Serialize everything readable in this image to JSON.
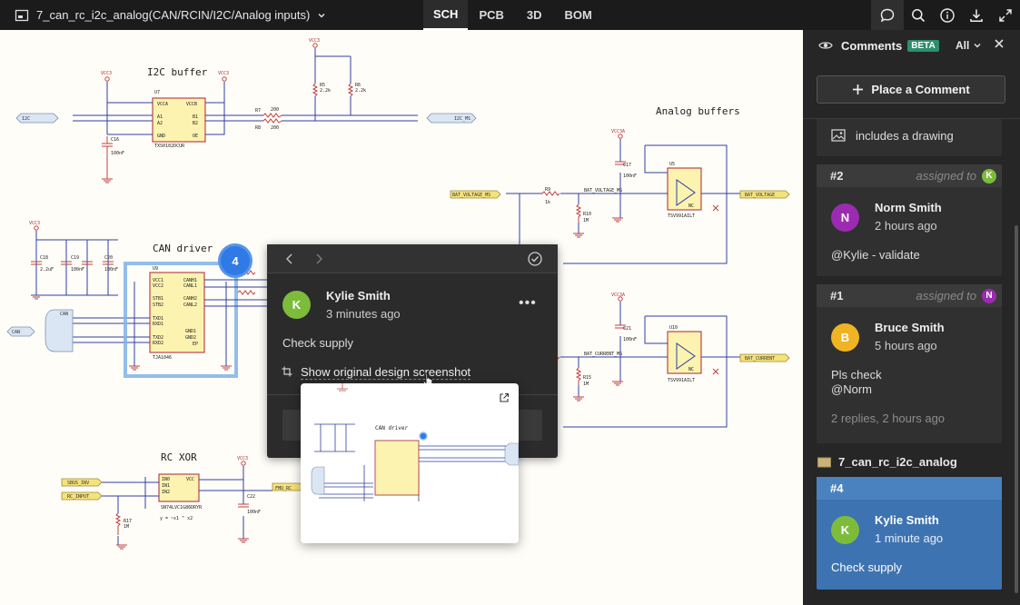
{
  "topbar": {
    "title": "7_can_rc_i2c_analog(CAN/RCIN/I2C/Analog inputs)",
    "tabs": [
      {
        "label": "SCH",
        "active": true
      },
      {
        "label": "PCB",
        "active": false
      },
      {
        "label": "3D",
        "active": false
      },
      {
        "label": "BOM",
        "active": false
      }
    ],
    "icons": [
      "comment-icon",
      "search-icon",
      "info-icon",
      "download-icon",
      "fullscreen-icon"
    ]
  },
  "schematic": {
    "i2c_title": "I2C buffer",
    "analog_title": "Analog buffers",
    "can_title": "CAN driver",
    "rcxor_title": "RC XOR",
    "xor_formula": "y = ~x1 ^ x2",
    "u7": "U7",
    "u7_part": "TXS0102DCUR",
    "u7_pins_left": [
      "VCCA",
      "A1",
      "A2",
      "GND"
    ],
    "u7_pins_right": [
      "VCCB",
      "B1",
      "B2",
      "OE"
    ],
    "u5_part": "TSV991AILT",
    "u10_part": "TSV991AILT",
    "u9_part": "TJA1046",
    "u9_pins_left": [
      "VCC1",
      "VCC2",
      "STB1",
      "STB2",
      "TXD1",
      "RXD1",
      "TXD2",
      "RXD2"
    ],
    "u9_pins_right": [
      "CANH1",
      "CANL1",
      "CANH2",
      "CANL2",
      "GND1",
      "GND2",
      "EP"
    ],
    "xor_part": "SN74LVC1G86DRYR",
    "xor_pins_left": [
      "VCC",
      "IN0",
      "IN1",
      "IN2"
    ],
    "net_bat_voltage_ms": "BAT_VOLTAGE_MS",
    "net_bat_voltage": "BAT_VOLTAGE",
    "net_bat_current_ms": "BAT_CURRENT_MS",
    "net_bat_current": "BAT_CURRENT",
    "net_sbus_inv": "SBUS_INV",
    "net_rc_input": "RC_INPUT",
    "net_fmu_rc": "FMU_RC",
    "net_i2c": "I2C",
    "net_can": "CAN",
    "net_i2c_ms": "I2C_MS",
    "vcc3": "VCC3",
    "vcc3a": "VCC3A",
    "r7": "R7",
    "r8": "R8",
    "r_200": "200",
    "r5": "R5",
    "r6": "R6",
    "r_2k2": "2.2k",
    "r9": "R9",
    "r_1k": "1k",
    "r10": "R10",
    "r_1m": "1M",
    "r15": "R15",
    "r17": "R17",
    "c16": "C16",
    "c17": "C17",
    "c18": "C18",
    "c19": "C19",
    "c20": "C20",
    "c21": "C21",
    "c22": "C22",
    "c_100nf": "100nF",
    "c_22uf": "2.2uF",
    "u5": "U5",
    "u10": "U10",
    "u9": "U9",
    "nc": "NC"
  },
  "marker": {
    "number": "4"
  },
  "popup": {
    "author": "Kylie Smith",
    "initial": "K",
    "time": "3 minutes ago",
    "text": "Check supply",
    "link": "Show original design screenshot",
    "thumb_title": "CAN driver"
  },
  "panel": {
    "title": "Comments",
    "beta": "BETA",
    "filter": "All",
    "place_button": "Place a Comment",
    "drawing_note": "includes a drawing",
    "folder": "7_can_rc_i2c_analog",
    "comments": [
      {
        "id": "#2",
        "assigned_label": "assigned to",
        "assignee_initial": "K",
        "author": "Norm Smith",
        "initial": "N",
        "time": "2 hours ago",
        "text": "@Kylie - validate"
      },
      {
        "id": "#1",
        "assigned_label": "assigned to",
        "assignee_initial": "N",
        "author": "Bruce Smith",
        "initial": "B",
        "time": "5 hours ago",
        "text_line1": "Pls check",
        "text_line2": "@Norm",
        "replies": "2 replies, 2 hours ago"
      },
      {
        "id": "#4",
        "author": "Kylie Smith",
        "initial": "K",
        "time": "1 minute ago",
        "text": "Check supply"
      }
    ]
  },
  "colors": {
    "accent_blue": "#3d73b0",
    "avatar_k": "#7dbc3b",
    "avatar_n": "#9b2bb0",
    "avatar_b": "#f0b323",
    "beta": "#2d8f6e",
    "marker": "#2f7ae5"
  }
}
